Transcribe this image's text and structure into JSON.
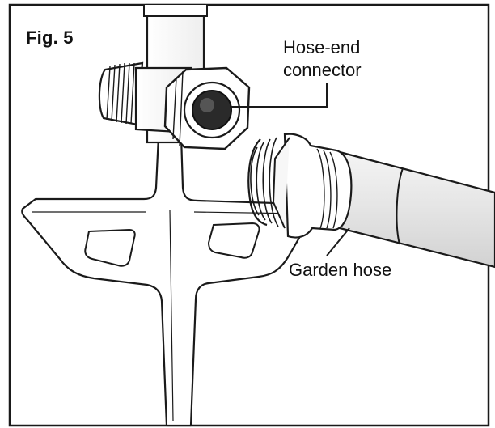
{
  "figure": {
    "title": "Fig. 5",
    "callouts": {
      "connector": "Hose-end connector",
      "hose": "Garden hose"
    }
  }
}
